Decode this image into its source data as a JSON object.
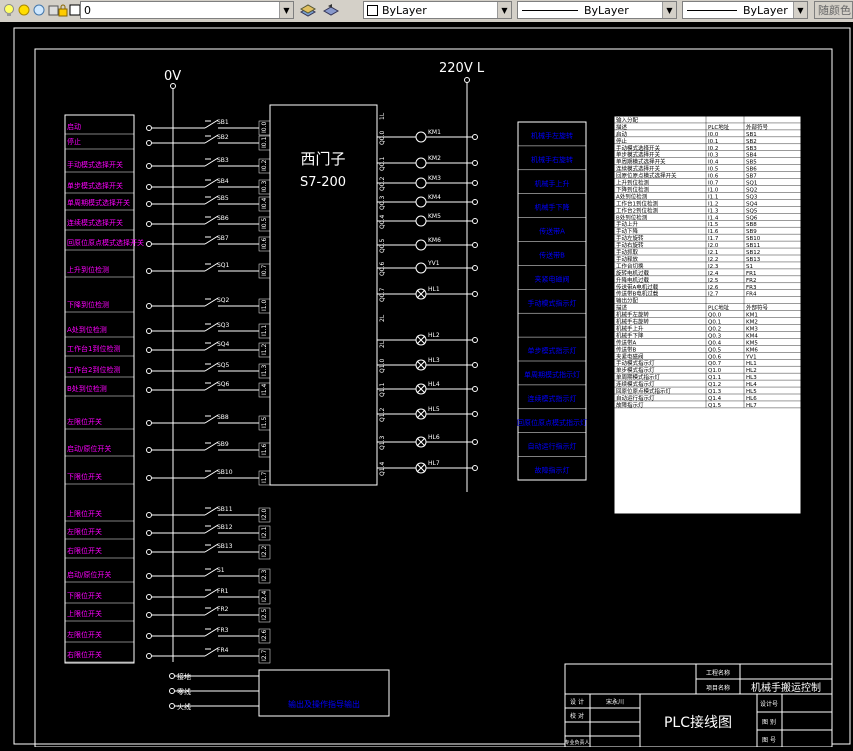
{
  "toolbar": {
    "layer_value": "0",
    "color_value": "ByLayer",
    "linetype_value": "ByLayer",
    "lineweight_value": "ByLayer",
    "plotstyle_value": "随颜色",
    "icons": [
      "lightbulb-icon",
      "sun-icon",
      "snowflake-icon",
      "lock-icon",
      "color-square-icon",
      "layer-state-icon",
      "layer-previous-icon",
      "color-swatch-icon"
    ]
  },
  "drawing": {
    "rail_left_label": "0V",
    "rail_right_label": "220V L",
    "plc_name": "西门子",
    "plc_model": "S7-200",
    "plc_footer": "输出及操作指导输出",
    "input_labels": [
      "启动",
      "停止",
      "手动模式选择开关",
      "单步模式选择开关",
      "单周期模式选择开关",
      "连续模式选择开关",
      "回原位原点模式选择开关",
      "上升到位检测",
      "下降到位检测",
      "A处到位检测",
      "工作台1到位检测",
      "工作台2到位检测",
      "B处到位检测",
      "左限位开关",
      "启动/原位开关",
      "下限位开关",
      "上限位开关",
      "左限位开关",
      "右限位开关",
      "启动/原位开关",
      "下限位开关",
      "上限位开关",
      "左限位开关",
      "右限位开关"
    ],
    "input_switches": [
      "SB1",
      "SB2",
      "SB3",
      "SB4",
      "SB5",
      "SB6",
      "SB7",
      "SQ1",
      "SQ2",
      "SQ3",
      "SQ4",
      "SQ5",
      "SQ6",
      "SB8",
      "SB9",
      "SB10",
      "SB11",
      "SB12",
      "SB13",
      "S1",
      "FR1",
      "FR2",
      "FR3",
      "FR4"
    ],
    "input_ports": [
      "I0.0",
      "I0.1",
      "I0.2",
      "I0.3",
      "I0.4",
      "I0.5",
      "I0.6",
      "I0.7",
      "I1.0",
      "I1.1",
      "I1.2",
      "I1.3",
      "I1.4",
      "I1.5",
      "I1.6",
      "I1.7",
      "I2.0",
      "I2.1",
      "I2.2",
      "I2.3",
      "I2.4",
      "I2.5",
      "I2.6",
      "I2.7"
    ],
    "power_labels": [
      "接地",
      "零线",
      "火线"
    ],
    "output_coils": [
      "KM1",
      "KM2",
      "KM3",
      "KM4",
      "KM5",
      "KM6",
      "YV1",
      "HL1",
      "HL2",
      "HL3",
      "HL4",
      "HL5",
      "HL6",
      "HL7"
    ],
    "output_ports": [
      "1L",
      "Q0.0",
      "Q0.1",
      "Q0.2",
      "Q0.3",
      "Q0.4",
      "Q0.5",
      "Q0.6",
      "Q0.7",
      "2L",
      "Q1.0",
      "Q1.1",
      "Q1.2",
      "Q1.3",
      "Q1.4",
      "Q1.5"
    ],
    "output_labels": [
      "机械手左旋转",
      "机械手右旋转",
      "机械手上升",
      "机械手下降",
      "传送带A",
      "传送带B",
      "夹紧电磁阀",
      "手动模式指示灯",
      "",
      "单步模式指示灯",
      "单周期模式指示灯",
      "连续模式指示灯",
      "回原位原点模式指示灯",
      "自动运行指示灯",
      "故障指示灯"
    ]
  },
  "io_table": {
    "input_title": "输入分配",
    "output_title": "输出分配",
    "headers": [
      "描述",
      "PLC地址",
      "外部符号"
    ],
    "input_rows": [
      [
        "启动",
        "I0.0",
        "SB1"
      ],
      [
        "停止",
        "I0.1",
        "SB2"
      ],
      [
        "手动模式选择开关",
        "I0.2",
        "SB3"
      ],
      [
        "单步模式选择开关",
        "I0.3",
        "SB4"
      ],
      [
        "单周期模式选择开关",
        "I0.4",
        "SB5"
      ],
      [
        "连续模式选择开关",
        "I0.5",
        "SB6"
      ],
      [
        "回原位原点模式选择开关",
        "I0.6",
        "SB7"
      ],
      [
        "上升到位检测",
        "I0.7",
        "SQ1"
      ],
      [
        "下降到位检测",
        "I1.0",
        "SQ2"
      ],
      [
        "A处到位检测",
        "I1.1",
        "SQ3"
      ],
      [
        "工作台1到位检测",
        "I1.2",
        "SQ4"
      ],
      [
        "工作台2到位检测",
        "I1.3",
        "SQ5"
      ],
      [
        "B处到位检测",
        "I1.4",
        "SQ6"
      ],
      [
        "手动上升",
        "I1.5",
        "SB8"
      ],
      [
        "手动下降",
        "I1.6",
        "SB9"
      ],
      [
        "手动左旋转",
        "I1.7",
        "SB10"
      ],
      [
        "手动右旋转",
        "I2.0",
        "SB11"
      ],
      [
        "手动抓取",
        "I2.1",
        "SB12"
      ],
      [
        "手动释放",
        "I2.2",
        "SB13"
      ],
      [
        "工作台切换",
        "I2.3",
        "S1"
      ],
      [
        "旋转电机过载",
        "I2.4",
        "FR1"
      ],
      [
        "升降电机过载",
        "I2.5",
        "FR2"
      ],
      [
        "传送带A电机过载",
        "I2.6",
        "FR3"
      ],
      [
        "传送带B电机过载",
        "I2.7",
        "FR4"
      ]
    ],
    "output_rows": [
      [
        "机械手左旋转",
        "Q0.0",
        "KM1"
      ],
      [
        "机械手右旋转",
        "Q0.1",
        "KM2"
      ],
      [
        "机械手上升",
        "Q0.2",
        "KM3"
      ],
      [
        "机械手下降",
        "Q0.3",
        "KM4"
      ],
      [
        "传送带A",
        "Q0.4",
        "KM5"
      ],
      [
        "传送带B",
        "Q0.5",
        "KM6"
      ],
      [
        "夹紧电磁阀",
        "Q0.6",
        "YV1"
      ],
      [
        "手动模式指示灯",
        "Q0.7",
        "HL1"
      ],
      [
        "单步模式指示灯",
        "Q1.0",
        "HL2"
      ],
      [
        "单周期模式指示灯",
        "Q1.1",
        "HL3"
      ],
      [
        "连续模式指示灯",
        "Q1.2",
        "HL4"
      ],
      [
        "回原位原点模式指示灯",
        "Q1.3",
        "HL5"
      ],
      [
        "自动运行指示灯",
        "Q1.4",
        "HL6"
      ],
      [
        "故障指示灯",
        "Q1.5",
        "HL7"
      ]
    ]
  },
  "title_block": {
    "project_label": "工程名称",
    "item_label": "项目名称",
    "item_name": "机械手搬运控制",
    "drawing_title": "PLC接线图",
    "design_label": "设 计",
    "designer": "宋永川",
    "check_label": "校 对",
    "leader_label": "专业负责人",
    "design_no_label": "设计号",
    "drawing_no_label": "图 别",
    "sheet_label": "图 号"
  },
  "colors": {
    "background": "#000000",
    "line": "#ffffff",
    "input_text": "#ff00ff",
    "output_text": "#0000ff",
    "table_bg": "#ffffff",
    "title_text": "#ffffff"
  }
}
